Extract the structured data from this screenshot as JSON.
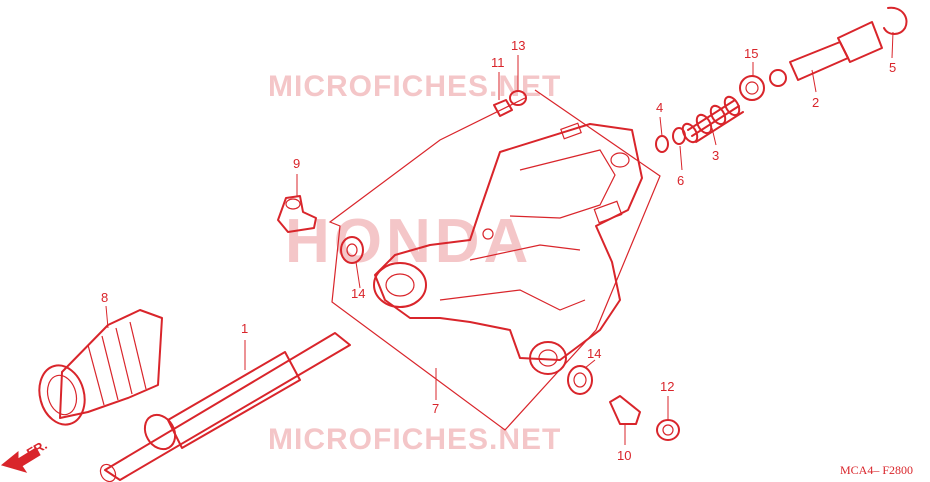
{
  "diagram": {
    "watermark_top": "MICROFICHES.NET",
    "watermark_center": "HONDA",
    "watermark_bottom": "MICROFICHES.NET",
    "figure_code": "MCA4– F2800",
    "front_arrow_label": "FR.",
    "accent_color": "#d9252b",
    "watermark_color": "#f4c6c8",
    "callouts": {
      "c1": "1",
      "c2": "2",
      "c3": "3",
      "c4": "4",
      "c5": "5",
      "c6": "6",
      "c7": "7",
      "c8": "8",
      "c9": "9",
      "c10": "10",
      "c11": "11",
      "c12": "12",
      "c13": "13",
      "c14a": "14",
      "c14b": "14",
      "c15": "15"
    }
  }
}
